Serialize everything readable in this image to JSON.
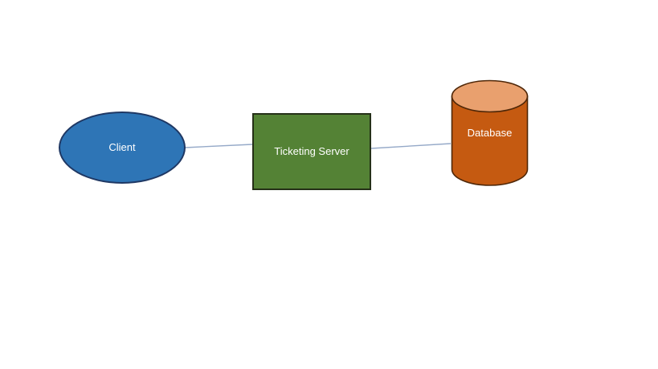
{
  "canvas": {
    "background": "#FFFFFF"
  },
  "diagram": {
    "nodes": [
      {
        "id": "client",
        "label": "Client",
        "shape": "ellipse",
        "fill": "#2E75B6",
        "border_color": "#1F3864",
        "text_color": "#FFFFFF"
      },
      {
        "id": "ticketing-server",
        "label": "Ticketing Server",
        "shape": "rectangle",
        "fill": "#548235",
        "border_color": "#253018",
        "text_color": "#FFFFFF"
      },
      {
        "id": "database",
        "label": "Database",
        "shape": "cylinder",
        "fill": "#C55A11",
        "top_fill": "#E9A06E",
        "border_color": "#4F2708",
        "text_color": "#FFFFFF"
      }
    ],
    "edges": [
      {
        "from": "client",
        "to": "ticketing-server",
        "color": "#95A9C8"
      },
      {
        "from": "ticketing-server",
        "to": "database",
        "color": "#95A9C8"
      }
    ]
  }
}
